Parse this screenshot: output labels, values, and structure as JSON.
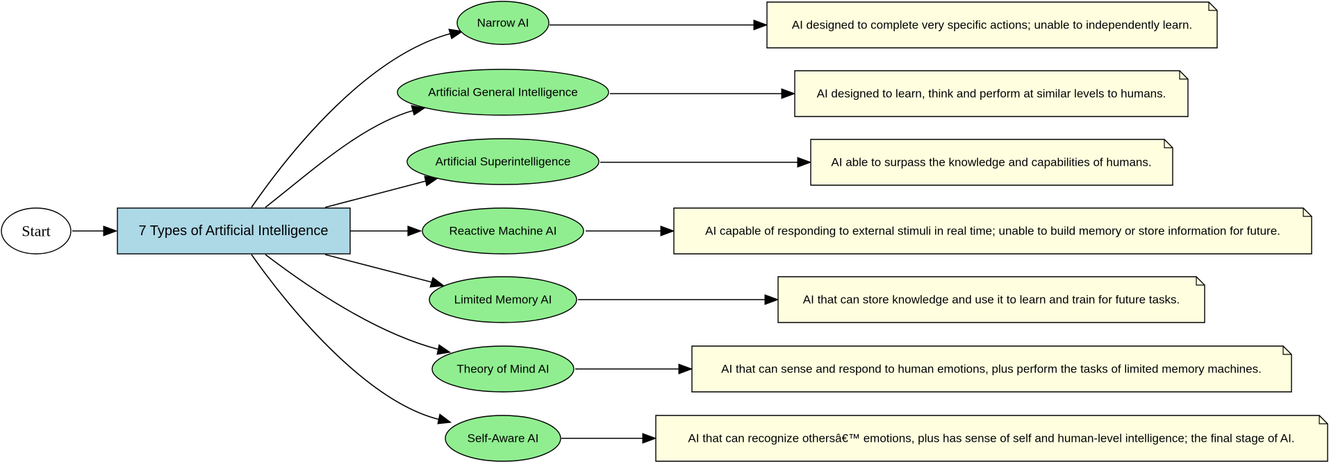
{
  "diagram": {
    "start": {
      "label": "Start"
    },
    "hub": {
      "label": "7 Types of Artificial Intelligence"
    },
    "types": [
      {
        "id": "narrow-ai",
        "label": "Narrow AI",
        "note": "AI designed to complete very specific actions; unable to independently learn."
      },
      {
        "id": "artificial-general-intelligence",
        "label": "Artificial General Intelligence",
        "note": "AI designed to learn, think and perform at similar levels to humans."
      },
      {
        "id": "artificial-superintelligence",
        "label": "Artificial Superintelligence",
        "note": "AI able to surpass the knowledge and capabilities of humans."
      },
      {
        "id": "reactive-machine-ai",
        "label": "Reactive Machine AI",
        "note": "AI capable of responding to external stimuli in real time; unable to build memory or store information for future."
      },
      {
        "id": "limited-memory-ai",
        "label": "Limited Memory AI",
        "note": "AI that can store knowledge and use it to learn and train for future tasks."
      },
      {
        "id": "theory-of-mind-ai",
        "label": "Theory of Mind AI",
        "note": "AI that can sense and respond to human emotions, plus perform the tasks of limited memory machines."
      },
      {
        "id": "self-aware-ai",
        "label": "Self-Aware AI",
        "note": "AI that can recognize othersâ€™ emotions, plus has sense of self and human-level intelligence; the final stage of AI."
      }
    ]
  },
  "colors": {
    "hub_fill": "#add8e6",
    "type_fill": "#90ee90",
    "note_fill": "#ffffe0",
    "stroke": "#000000"
  }
}
